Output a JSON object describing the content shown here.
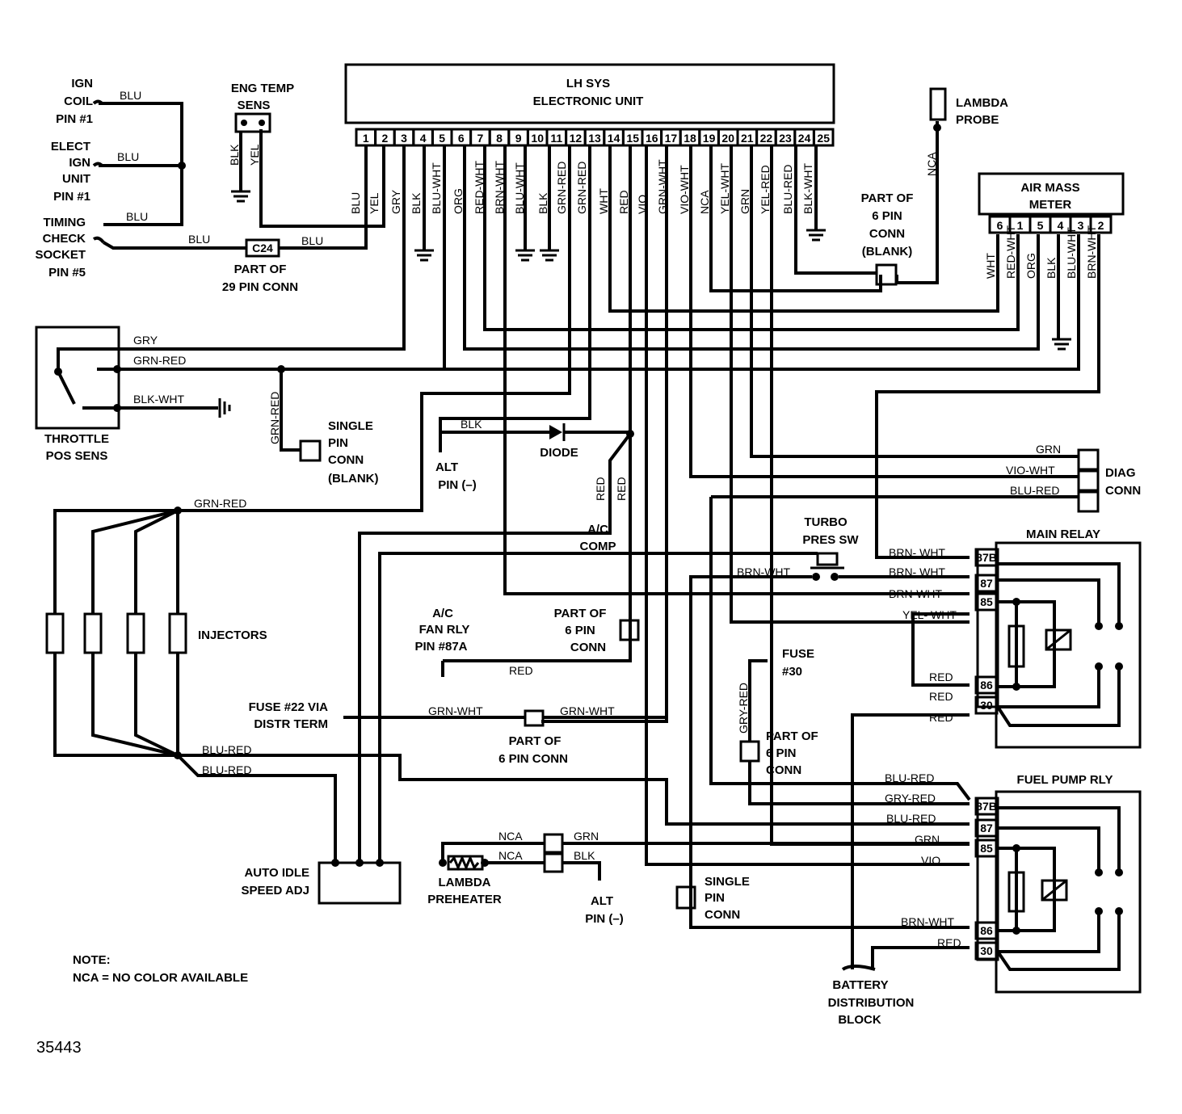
{
  "figure_id": "35443",
  "note": {
    "heading": "NOTE:",
    "text": "NCA = NO COLOR AVAILABLE"
  },
  "ecu": {
    "title1": "LH SYS",
    "title2": "ELECTRONIC UNIT",
    "pins": [
      "1",
      "2",
      "3",
      "4",
      "5",
      "6",
      "7",
      "8",
      "9",
      "10",
      "11",
      "12",
      "13",
      "14",
      "15",
      "16",
      "17",
      "18",
      "19",
      "20",
      "21",
      "22",
      "23",
      "24",
      "25"
    ],
    "wires": [
      "BLU",
      "YEL",
      "GRY",
      "BLK",
      "BLU-WHT",
      "ORG",
      "RED-WHT",
      "BRN-WHT",
      "BLU-WHT",
      "BLK",
      "GRN-RED",
      "GRN-RED",
      "WHT",
      "RED",
      "VIO",
      "GRN-WHT",
      "VIO-WHT",
      "NCA",
      "YEL-WHT",
      "GRN",
      "YEL-RED",
      "BLU-RED",
      "BLK-WHT"
    ]
  },
  "ign_coil": {
    "l1": "IGN",
    "l2": "COIL",
    "l3": "PIN #1",
    "wire": "BLU"
  },
  "elect_ign": {
    "l1": "ELECT",
    "l2": "IGN",
    "l3": "UNIT",
    "l4": "PIN #1",
    "wire": "BLU"
  },
  "timing": {
    "l1": "TIMING",
    "l2": "CHECK",
    "l3": "SOCKET",
    "l4": "PIN #5",
    "wire1": "BLU",
    "wire2": "BLU",
    "wire3": "BLU"
  },
  "c24": {
    "label": "C24",
    "l1": "PART OF",
    "l2": "29 PIN CONN"
  },
  "eng_temp": {
    "l1": "ENG TEMP",
    "l2": "SENS",
    "wire1": "BLK",
    "wire2": "YEL"
  },
  "lambda_probe": {
    "l1": "LAMBDA",
    "l2": "PROBE",
    "wire": "NCA"
  },
  "part6_blank": {
    "l1": "PART OF",
    "l2": "6 PIN",
    "l3": "CONN",
    "l4": "(BLANK)"
  },
  "air_mass": {
    "l1": "AIR MASS",
    "l2": "METER",
    "pins": [
      "6",
      "1",
      "5",
      "4",
      "3",
      "2"
    ],
    "wires": [
      "WHT",
      "RED-WHT",
      "ORG",
      "BLK",
      "BLU-WHT",
      "BRN-WHT"
    ]
  },
  "throttle": {
    "l1": "THROTTLE",
    "l2": "POS SENS",
    "wire1": "GRY",
    "wire2": "GRN-RED",
    "wire3": "BLK-WHT"
  },
  "single_blank": {
    "wire": "GRN-RED",
    "l1": "SINGLE",
    "l2": "PIN",
    "l3": "CONN",
    "l4": "(BLANK)"
  },
  "alt_top": {
    "wire": "BLK",
    "l1": "ALT",
    "l2": "PIN (–)"
  },
  "diode": {
    "label": "DIODE"
  },
  "ac_comp": {
    "wire1": "RED",
    "wire2": "RED",
    "l1": "A/C",
    "l2": "COMP"
  },
  "diag": {
    "l1": "DIAG",
    "l2": "CONN",
    "wires": [
      "GRN",
      "VIO-WHT",
      "BLU-RED"
    ]
  },
  "turbo": {
    "l1": "TURBO",
    "l2": "PRES SW",
    "wire": "BRN-WHT"
  },
  "injectors": {
    "label": "INJECTORS",
    "wire_top": "GRN-RED",
    "wire_bot1": "BLU-RED",
    "wire_bot2": "BLU-RED"
  },
  "ac_fan": {
    "l1": "A/C",
    "l2": "FAN RLY",
    "l3": "PIN #87A",
    "wire": "RED"
  },
  "part6_mid": {
    "l1": "PART OF",
    "l2": "6 PIN",
    "l3": "CONN"
  },
  "main_relay": {
    "label": "MAIN RELAY",
    "pins": [
      "87B",
      "87",
      "85",
      "86",
      "30"
    ],
    "wires": [
      "BRN- WHT",
      "BRN- WHT",
      "BRN-WHT",
      "YEL- WHT",
      "RED",
      "RED",
      "RED"
    ]
  },
  "fuse30": {
    "l1": "FUSE",
    "l2": "#30",
    "wire": "GRY-RED"
  },
  "part6_right": {
    "l1": "PART OF",
    "l2": "6 PIN",
    "l3": "CONN"
  },
  "fuse22": {
    "l1": "FUSE #22 VIA",
    "l2": "DISTR TERM",
    "wire1": "GRN-WHT",
    "wire2": "GRN-WHT"
  },
  "part6_bot": {
    "l1": "PART OF",
    "l2": "6 PIN CONN"
  },
  "fuel_pump": {
    "label": "FUEL PUMP RLY",
    "pins": [
      "87B",
      "87",
      "85",
      "86",
      "30"
    ],
    "wires": [
      "BLU-RED",
      "GRY-RED",
      "BLU-RED",
      "GRN",
      "VIO",
      "BRN-WHT",
      "RED"
    ]
  },
  "auto_idle": {
    "l1": "AUTO IDLE",
    "l2": "SPEED ADJ"
  },
  "lambda_pre": {
    "l1": "LAMBDA",
    "l2": "PREHEATER",
    "wire1": "NCA",
    "wire2": "NCA",
    "wire3": "GRN",
    "wire4": "BLK"
  },
  "alt_bot": {
    "l1": "ALT",
    "l2": "PIN (–)"
  },
  "single_conn": {
    "l1": "SINGLE",
    "l2": "PIN",
    "l3": "CONN"
  },
  "battery": {
    "l1": "BATTERY",
    "l2": "DISTRIBUTION",
    "l3": "BLOCK"
  }
}
